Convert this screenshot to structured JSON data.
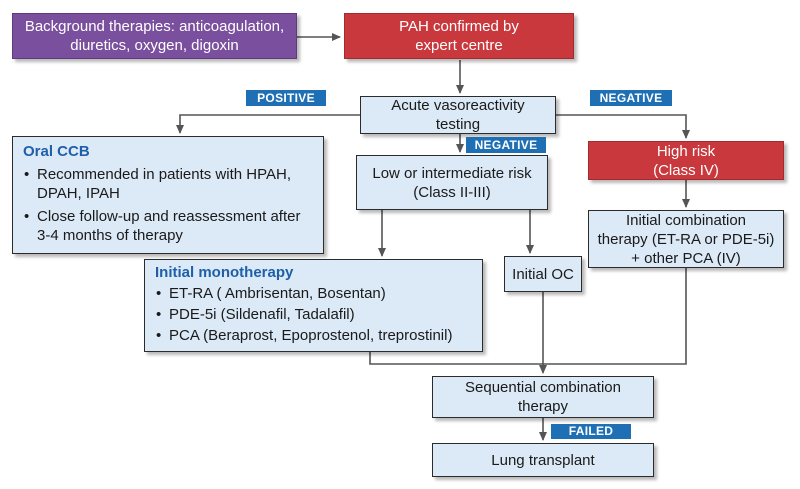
{
  "nodes": {
    "background": {
      "lines": [
        "Background therapies: anticoagulation,",
        "diuretics, oxygen, digoxin"
      ]
    },
    "pah": {
      "lines": [
        "PAH confirmed by",
        "expert centre"
      ]
    },
    "acute": {
      "lines": [
        "Acute vasoreactivity",
        "testing"
      ]
    },
    "oral_ccb": {
      "title": "Oral CCB",
      "bullets": [
        [
          "Recommended in patients with HPAH,",
          "DPAH, IPAH"
        ],
        [
          "Close follow-up and reassessment after",
          "3-4 months of therapy"
        ]
      ]
    },
    "low_risk": {
      "lines": [
        "Low or  intermediate risk",
        "(Class II-III)"
      ]
    },
    "high_risk": {
      "lines": [
        "High risk",
        "(Class IV)"
      ]
    },
    "initial_combo": {
      "lines": [
        "Initial combination",
        "therapy  (ET-RA or PDE-5i)",
        "+ other PCA (IV)"
      ]
    },
    "initial_mono": {
      "title": "Initial monotherapy",
      "bullets": [
        "ET-RA ( Ambrisentan, Bosentan)",
        "PDE-5i (Sildenafil, Tadalafil)",
        "PCA (Beraprost, Epoprostenol, treprostinil)"
      ]
    },
    "initial_oc": {
      "lines": [
        "Initial OC"
      ]
    },
    "sequential": {
      "lines": [
        "Sequential combination",
        "therapy"
      ]
    },
    "lung": {
      "lines": [
        "Lung transplant"
      ]
    }
  },
  "badges": {
    "positive": "POSITIVE",
    "negative_right": "NEGATIVE",
    "negative_mid": "NEGATIVE",
    "failed": "FAILED"
  },
  "colors": {
    "purple": "#7a4f9d",
    "red": "#c8383c",
    "light_blue": "#dce9f6",
    "badge_blue": "#1f6fb5",
    "title_blue": "#1f5fa8",
    "connector": "#555555"
  }
}
